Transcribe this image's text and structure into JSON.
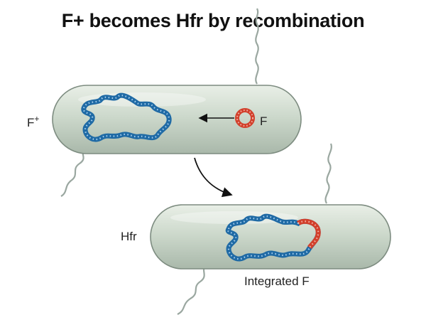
{
  "title": "F+ becomes Hfr by recombination",
  "labels": {
    "f_plus_base": "F",
    "f_plus_sup": "+",
    "plasmid": "F",
    "hfr": "Hfr",
    "integrated": "Integrated F"
  },
  "colors": {
    "cell_fill": "#c9d6c8",
    "chromosome": "#1f6aa5",
    "f_factor": "#d2402c",
    "flagellum": "#9aa7a0",
    "arrow": "#111111"
  }
}
